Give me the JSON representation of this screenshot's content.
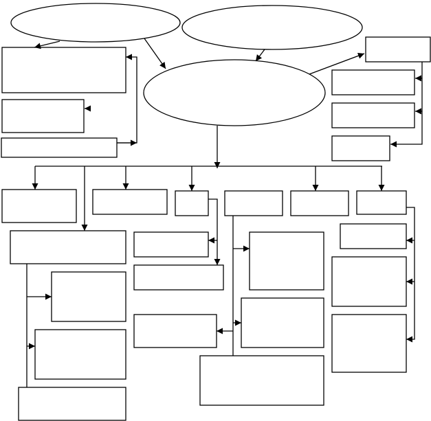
{
  "diagram": {
    "title": "",
    "colors": {
      "stroke": "#000000",
      "fill": "#ffffff",
      "background": "#ffffff"
    },
    "nodes": [
      {
        "id": "ellipse-top-left",
        "shape": "ellipse",
        "label": ""
      },
      {
        "id": "ellipse-top-right",
        "shape": "ellipse",
        "label": ""
      },
      {
        "id": "ellipse-center",
        "shape": "ellipse",
        "label": ""
      },
      {
        "id": "box-left-1",
        "shape": "rect",
        "label": ""
      },
      {
        "id": "box-left-2",
        "shape": "rect",
        "label": ""
      },
      {
        "id": "box-left-3",
        "shape": "rect",
        "label": ""
      },
      {
        "id": "box-right-top",
        "shape": "rect",
        "label": ""
      },
      {
        "id": "box-right-1",
        "shape": "rect",
        "label": ""
      },
      {
        "id": "box-right-2",
        "shape": "rect",
        "label": ""
      },
      {
        "id": "box-right-3",
        "shape": "rect",
        "label": ""
      },
      {
        "id": "box-row-1",
        "shape": "rect",
        "label": ""
      },
      {
        "id": "box-row-2",
        "shape": "rect",
        "label": ""
      },
      {
        "id": "box-row-3",
        "shape": "rect",
        "label": ""
      },
      {
        "id": "box-row-4",
        "shape": "rect",
        "label": ""
      },
      {
        "id": "box-row-5",
        "shape": "rect",
        "label": ""
      },
      {
        "id": "box-row-6",
        "shape": "rect",
        "label": ""
      },
      {
        "id": "box-col1-main",
        "shape": "rect",
        "label": ""
      },
      {
        "id": "box-col1-sub-1",
        "shape": "rect",
        "label": ""
      },
      {
        "id": "box-col1-sub-2",
        "shape": "rect",
        "label": ""
      },
      {
        "id": "box-col1-sub-3",
        "shape": "rect",
        "label": ""
      },
      {
        "id": "box-col3-sub-1",
        "shape": "rect",
        "label": ""
      },
      {
        "id": "box-col3-sub-2",
        "shape": "rect",
        "label": ""
      },
      {
        "id": "box-col4-sub-left",
        "shape": "rect",
        "label": ""
      },
      {
        "id": "box-col4-sub-1",
        "shape": "rect",
        "label": ""
      },
      {
        "id": "box-col4-sub-2",
        "shape": "rect",
        "label": ""
      },
      {
        "id": "box-col4-sub-bottom",
        "shape": "rect",
        "label": ""
      },
      {
        "id": "box-col6-sub-1",
        "shape": "rect",
        "label": ""
      },
      {
        "id": "box-col6-sub-2",
        "shape": "rect",
        "label": ""
      },
      {
        "id": "box-col6-sub-3",
        "shape": "rect",
        "label": ""
      }
    ],
    "edges": [
      {
        "from": "ellipse-top-left",
        "to": "box-left-1"
      },
      {
        "from": "ellipse-top-left",
        "to": "ellipse-center"
      },
      {
        "from": "ellipse-top-right",
        "to": "ellipse-center"
      },
      {
        "from": "ellipse-center",
        "to": "box-right-top"
      },
      {
        "from": "box-right-top",
        "to": "box-right-1"
      },
      {
        "from": "box-right-top",
        "to": "box-right-2"
      },
      {
        "from": "box-right-top",
        "to": "box-right-3"
      },
      {
        "from": "box-left-3",
        "to": "box-left-1"
      },
      {
        "from": "ellipse-center",
        "to": "box-row-1"
      },
      {
        "from": "ellipse-center",
        "to": "box-row-2"
      },
      {
        "from": "ellipse-center",
        "to": "box-row-3"
      },
      {
        "from": "ellipse-center",
        "to": "box-row-5"
      },
      {
        "from": "ellipse-center",
        "to": "box-row-6"
      },
      {
        "from": "ellipse-center",
        "to": "box-col1-main"
      },
      {
        "from": "box-col1-main",
        "to": "box-col1-sub-1"
      },
      {
        "from": "box-col1-main",
        "to": "box-col1-sub-2"
      },
      {
        "from": "box-row-3",
        "to": "box-col3-sub-1"
      },
      {
        "from": "box-row-3",
        "to": "box-col3-sub-2"
      },
      {
        "from": "box-row-4",
        "to": "box-col4-sub-1"
      },
      {
        "from": "box-row-4",
        "to": "box-col4-sub-2"
      },
      {
        "from": "box-row-4",
        "to": "box-col4-sub-left"
      },
      {
        "from": "box-row-6",
        "to": "box-col6-sub-1"
      },
      {
        "from": "box-row-6",
        "to": "box-col6-sub-2"
      },
      {
        "from": "box-row-6",
        "to": "box-col6-sub-3"
      }
    ]
  }
}
